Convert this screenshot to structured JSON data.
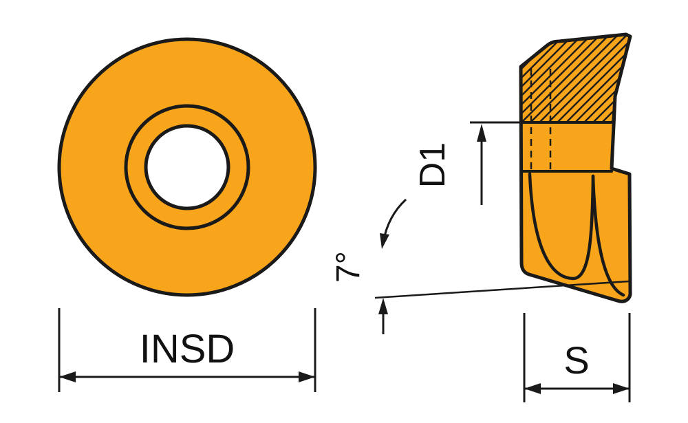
{
  "drawing": {
    "type": "technical-drawing",
    "subject": "round-milling-insert-two-views"
  },
  "views": {
    "front": {
      "dimension_label": "INSD"
    },
    "side": {
      "depth_label": "D1",
      "angle_label": "7°",
      "thickness_label": "S"
    }
  },
  "colors": {
    "insert_fill": "#F9A51B",
    "line": "#1A1A1A",
    "background": "#FFFFFF"
  }
}
